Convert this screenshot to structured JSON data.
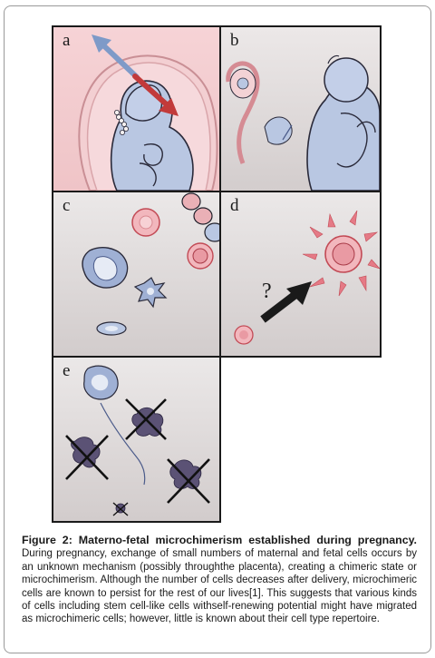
{
  "figure": {
    "panels": [
      {
        "letter": "a"
      },
      {
        "letter": "b"
      },
      {
        "letter": "c"
      },
      {
        "letter": "d",
        "question_mark": "?"
      },
      {
        "letter": "e"
      }
    ],
    "caption": {
      "title": "Figure 2: Materno-fetal microchimerism established during pregnancy.",
      "body": "During pregnancy, exchange of small numbers of maternal and fetal cells occurs by an unknown mechanism (possibly throughthe placenta), creating a chimeric state or microchimerism. Although the number of cells decreases after delivery, microchimeric cells are known to persist for the rest of our lives[1]. This suggests that various kinds of cells including stem cell-like cells withself-renewing potential might have migrated as microchimeric cells; however, little is known about their cell type repertoire."
    }
  },
  "colors": {
    "maternal_pink": "#f2c4c8",
    "fetal_blue": "#b9c7e2",
    "background_grey": "#d7d2d2",
    "outline": "#1a1a1a",
    "arrow_red": "#c23a3a",
    "arrow_blue": "#7e9ac8",
    "dead_cell": "#5b5275"
  }
}
